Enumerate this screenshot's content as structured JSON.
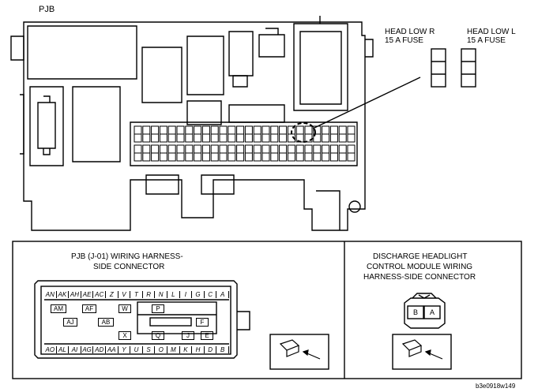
{
  "top": {
    "pjb_label": "PJB",
    "fuse_right_label": "HEAD LOW R\n15 A FUSE",
    "fuse_left_label": "HEAD LOW L\n15 A FUSE"
  },
  "bottom_left": {
    "title_line1": "PJB (J-01) WIRING HARNESS-",
    "title_line2": "SIDE CONNECTOR",
    "top_row_pins": [
      "AN",
      "AK",
      "AH",
      "AE",
      "AC",
      "Z",
      "V",
      "T",
      "R",
      "N",
      "L",
      "I",
      "G",
      "C",
      "A"
    ],
    "bottom_row_pins": [
      "AO",
      "AL",
      "AI",
      "AG",
      "AD",
      "AA",
      "Y",
      "U",
      "S",
      "O",
      "M",
      "K",
      "H",
      "D",
      "B"
    ],
    "inner_pins": [
      "AM",
      "AF",
      "W",
      "P",
      "AJ",
      "AB",
      "F",
      "X",
      "Q",
      "J",
      "E"
    ]
  },
  "bottom_right": {
    "title_line1": "DISCHARGE HEADLIGHT",
    "title_line2": "CONTROL MODULE WIRING",
    "title_line3": "HARNESS-SIDE CONNECTOR",
    "pin_b": "B",
    "pin_a": "A"
  },
  "figure_code": "b3e0918w149"
}
